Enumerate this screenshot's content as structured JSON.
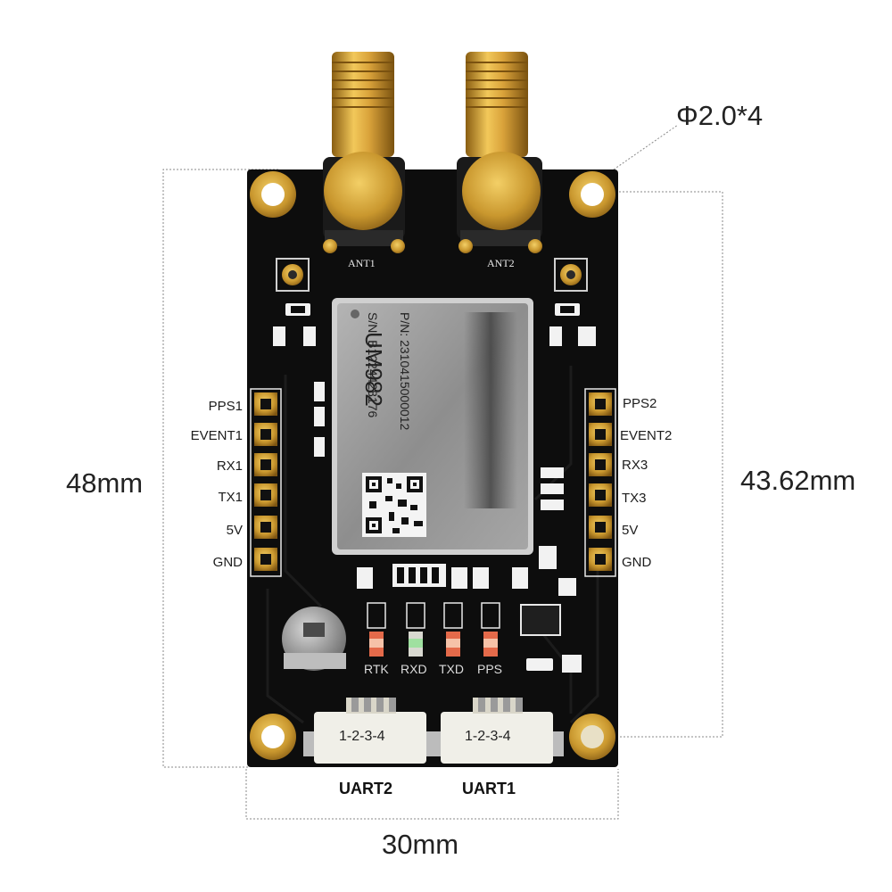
{
  "dimensions": {
    "height_left": "48mm",
    "height_right": "43.62mm",
    "width_bottom": "30mm",
    "hole_spec": "Φ2.0*4"
  },
  "board": {
    "antenna_labels": [
      "ANT1",
      "ANT2"
    ],
    "module": {
      "model": "UM982",
      "part_number": "P/N: 2310415000012",
      "serial_number": "S/N: B1224428176"
    },
    "left_pins": [
      "PPS1",
      "EVENT1",
      "RX1",
      "TX1",
      "5V",
      "GND"
    ],
    "right_pins": [
      "PPS2",
      "EVENT2",
      "RX3",
      "TX3",
      "5V",
      "GND"
    ],
    "leds": [
      "RTK",
      "RXD",
      "TXD",
      "PPS"
    ],
    "connector_pins": "1-2-3-4",
    "uart_labels": [
      "UART2",
      "UART1"
    ]
  },
  "colors": {
    "pcb": "#0d0d0d",
    "gold": "#c9972e",
    "shield": "#9b9b9b",
    "silkscreen": "#e8e8e8"
  }
}
